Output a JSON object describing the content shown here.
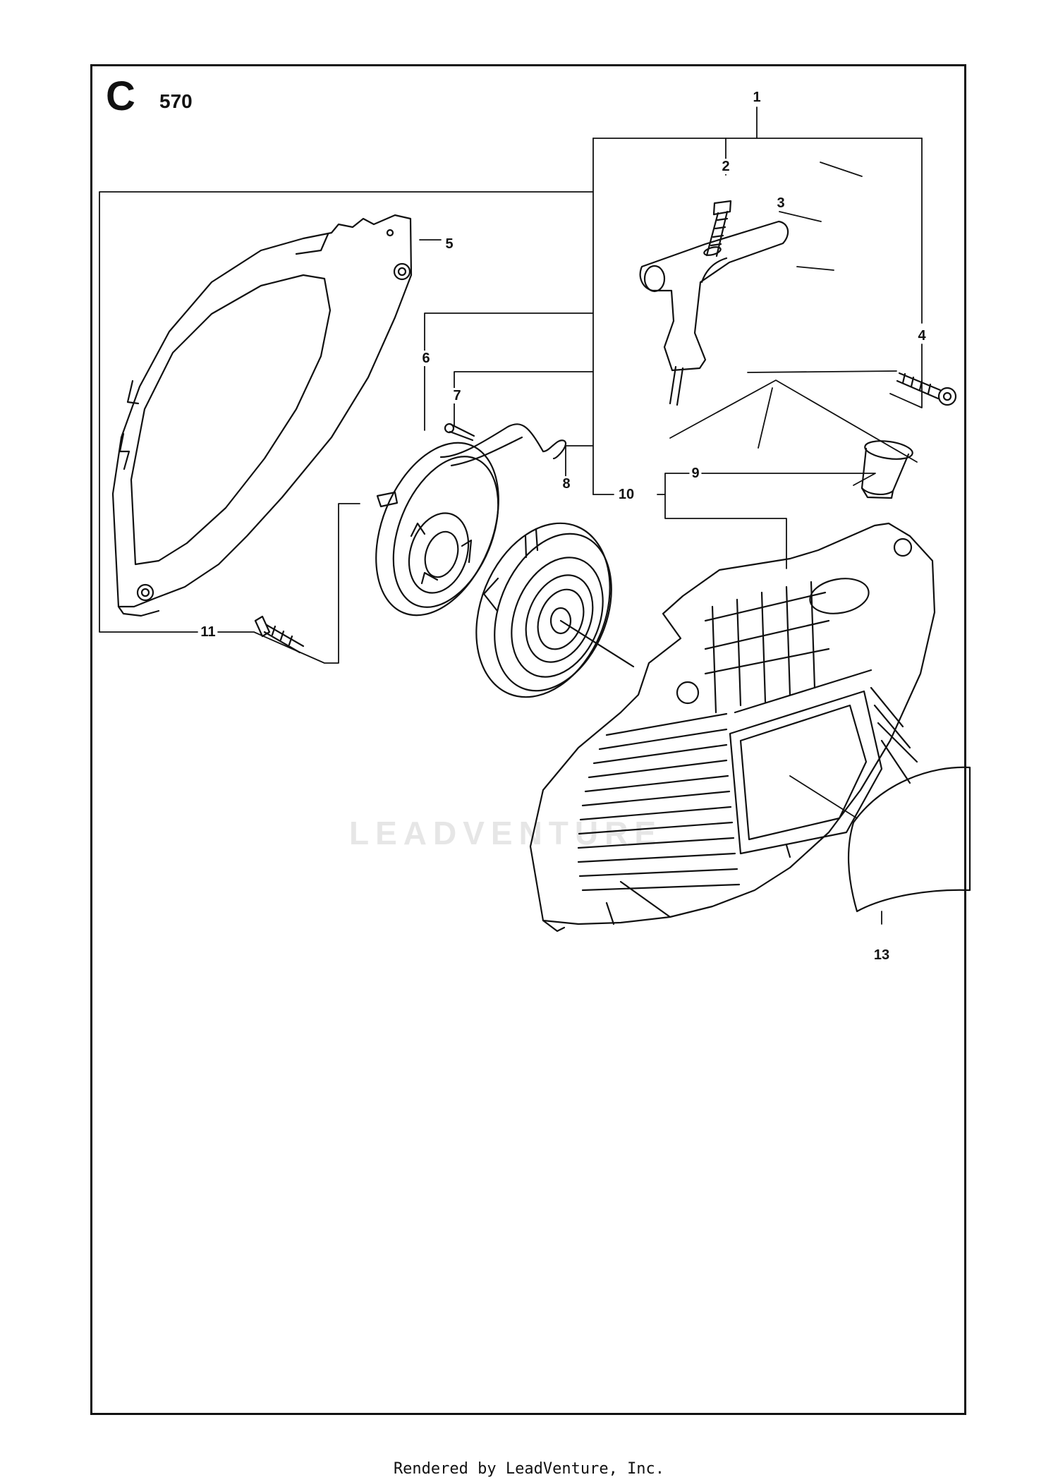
{
  "header": {
    "section_letter": "C",
    "model_number": "570"
  },
  "callouts": [
    "1",
    "2",
    "3",
    "4",
    "5",
    "6",
    "7",
    "8",
    "9",
    "10",
    "11",
    "13"
  ],
  "parts": {
    "starter_assembly": "1",
    "handle_pin": "2",
    "starter_handle": "3",
    "screw": "4",
    "flywheel_cover": "5",
    "rope_pulley": "6",
    "pulley_screw": "7",
    "recoil_spring_cassette": "8",
    "rope_guide": "9",
    "starter_housing": "10",
    "cover_screw": "11",
    "decal": "13"
  },
  "watermark": "LEADVENTURE",
  "footer": {
    "text": "Rendered by LeadVenture, Inc."
  }
}
